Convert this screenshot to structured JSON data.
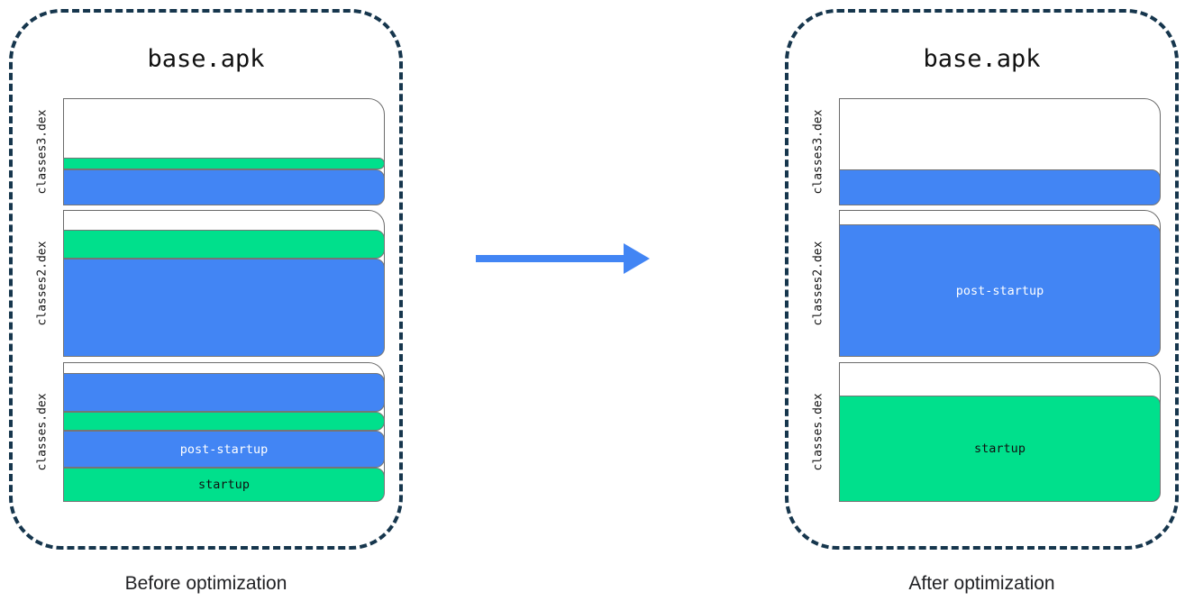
{
  "colors": {
    "startup_green": "#00e08c",
    "post_startup_blue": "#4285f4",
    "panel_border": "#16364d",
    "arrow_blue": "#4285f4",
    "segment_outline": "#757575"
  },
  "panels": [
    {
      "id": "before",
      "title": "base.apk",
      "caption": "Before optimization",
      "dex_groups": [
        {
          "label": "classes3.dex",
          "segments": [
            {
              "kind": "green",
              "text": "",
              "height": 13
            },
            {
              "kind": "blue",
              "text": "",
              "height": 40
            }
          ]
        },
        {
          "label": "classes2.dex",
          "segments": [
            {
              "kind": "green",
              "text": "",
              "height": 32
            },
            {
              "kind": "blue",
              "text": "",
              "height": 109
            }
          ]
        },
        {
          "label": "classes.dex",
          "segments": [
            {
              "kind": "blue",
              "text": "",
              "height": 43
            },
            {
              "kind": "green",
              "text": "",
              "height": 21
            },
            {
              "kind": "blue",
              "text": "post-startup",
              "height": 41
            },
            {
              "kind": "green",
              "text": "startup",
              "height": 38
            }
          ]
        }
      ]
    },
    {
      "id": "after",
      "title": "base.apk",
      "caption": "After optimization",
      "dex_groups": [
        {
          "label": "classes3.dex",
          "segments": [
            {
              "kind": "blue",
              "text": "",
              "height": 40
            }
          ]
        },
        {
          "label": "classes2.dex",
          "segments": [
            {
              "kind": "blue",
              "text": "post-startup",
              "height": 147
            }
          ]
        },
        {
          "label": "classes.dex",
          "segments": [
            {
              "kind": "green",
              "text": "startup",
              "height": 118
            }
          ]
        }
      ]
    }
  ],
  "arrow": {
    "name": "optimization-arrow",
    "direction": "right"
  }
}
